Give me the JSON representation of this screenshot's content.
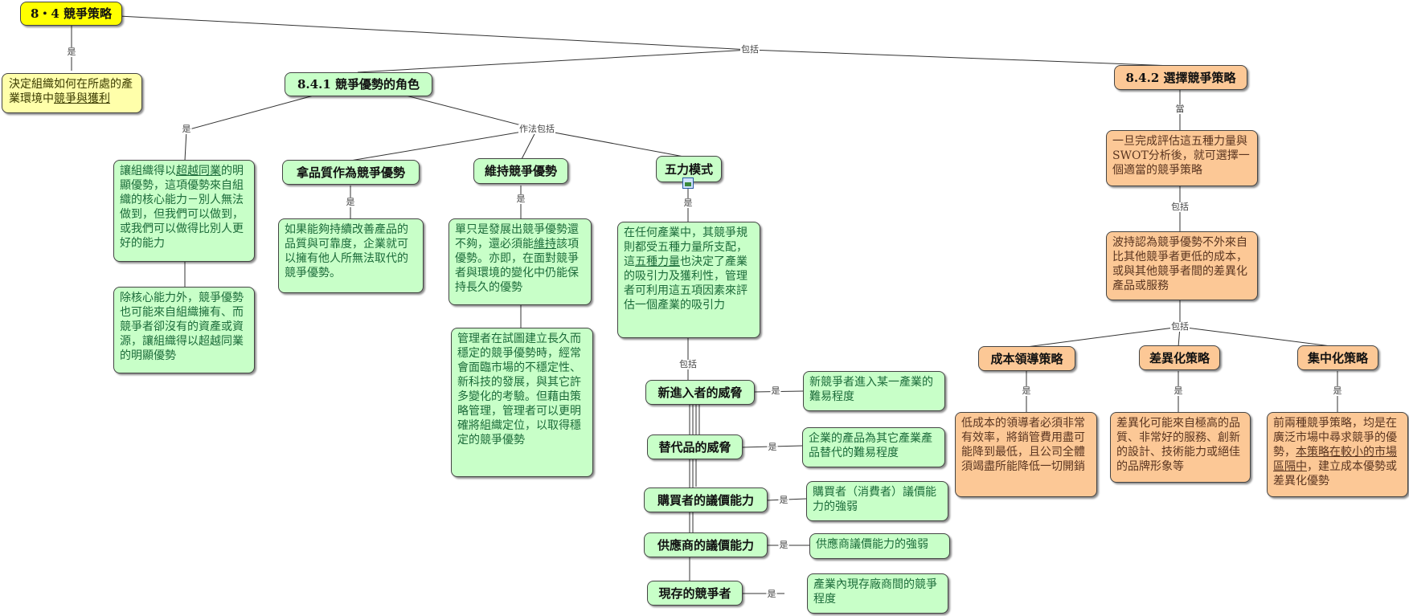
{
  "root": {
    "title": "8‧4  競爭策略"
  },
  "definition": {
    "pre": "決定組織如何在所處的產業環境中",
    "underlined": "競爭與獲利"
  },
  "s841": {
    "title": "8.4.1  競爭優勢的角色",
    "advantage": {
      "pre": "讓組織得以",
      "underlined": "超越同業",
      "post": "的明顯優勢，這項優勢來自組織的核心能力－別人無法做到，但我們可以做到，或我們可以做得比別人更好的能力"
    },
    "other_sources": "除核心能力外，競爭優勢也可能來自組織擁有、而競爭者卻沒有的資產或資源，讓組織得以超越同業的明顯優勢",
    "quality": {
      "title": "拿品質作為競爭優勢",
      "desc": "如果能夠持續改善產品的品質與可靠度，企業就可以擁有他人所無法取代的競爭優勢。"
    },
    "sustain": {
      "title": "維持競爭優勢",
      "desc_pre": "單只是發展出競爭優勢還不夠，還必須能",
      "desc_underlined": "維持",
      "desc_post": "該項優勢。亦即，在面對競爭者與環境的變化中仍能保持長久的優勢",
      "detail": "管理者在試圖建立長久而穩定的競爭優勢時，經常會面臨市場的不穩定性、新科技的發展，與其它許多變化的考驗。但藉由策略管理，管理者可以更明確將組織定位，以取得穩定的競爭優勢"
    },
    "five_forces": {
      "title": "五力模式",
      "icon": "image-icon",
      "desc_pre": "在任何產業中，其競爭規則都受五種力量所支配，這",
      "desc_underlined": "五種力量",
      "desc_post": "也決定了產業的吸引力及獲利性，管理者可利用這五項因素來評估一個產業的吸引力",
      "forces": [
        {
          "title": "新進入者的威脅",
          "desc": "新競爭者進入某一產業的難易程度"
        },
        {
          "title": "替代品的威脅",
          "desc": "企業的產品為其它產業產品替代的難易程度"
        },
        {
          "title": "購買者的議價能力",
          "desc": "購買者（消費者）議價能力的強弱"
        },
        {
          "title": "供應商的議價能力",
          "desc": "供應商議價能力的強弱"
        },
        {
          "title": "現存的競爭者",
          "desc": "產業內現存廠商間的競爭程度"
        }
      ]
    }
  },
  "s842": {
    "title": "8.4.2  選擇競爭策略",
    "when": "一旦完成評估這五種力量與SWOT分析後，就可選擇一個適當的競爭策略",
    "porter": "波持認為競爭優勢不外來自比其他競爭者更低的成本，或與其他競爭者間的差異化產品或服務",
    "strategies": [
      {
        "title": "成本領導策略",
        "desc": "低成本的領導者必須非常有效率，將銷管費用盡可能降到最低，且公司全體須竭盡所能降低一切開銷"
      },
      {
        "title": "差異化策略",
        "desc": "差異化可能來自極高的品質、非常好的服務、創新的設計、技術能力或絕佳的品牌形象等"
      },
      {
        "title": "集中化策略",
        "desc_pre": "前兩種競爭策略，均是在廣泛市場中尋求競爭的優勢，",
        "desc_underlined": "本策略在較小的市場區隔中",
        "desc_post": "，建立成本優勢或差異化優勢"
      }
    ]
  },
  "labels": {
    "is": "是",
    "includes": "包括",
    "methods_include": "作法包括",
    "when": "當"
  },
  "colors": {
    "root": "#ffff00",
    "definition": "#ffffaa",
    "green": "#c8ffc8",
    "orange": "#fcc896"
  }
}
